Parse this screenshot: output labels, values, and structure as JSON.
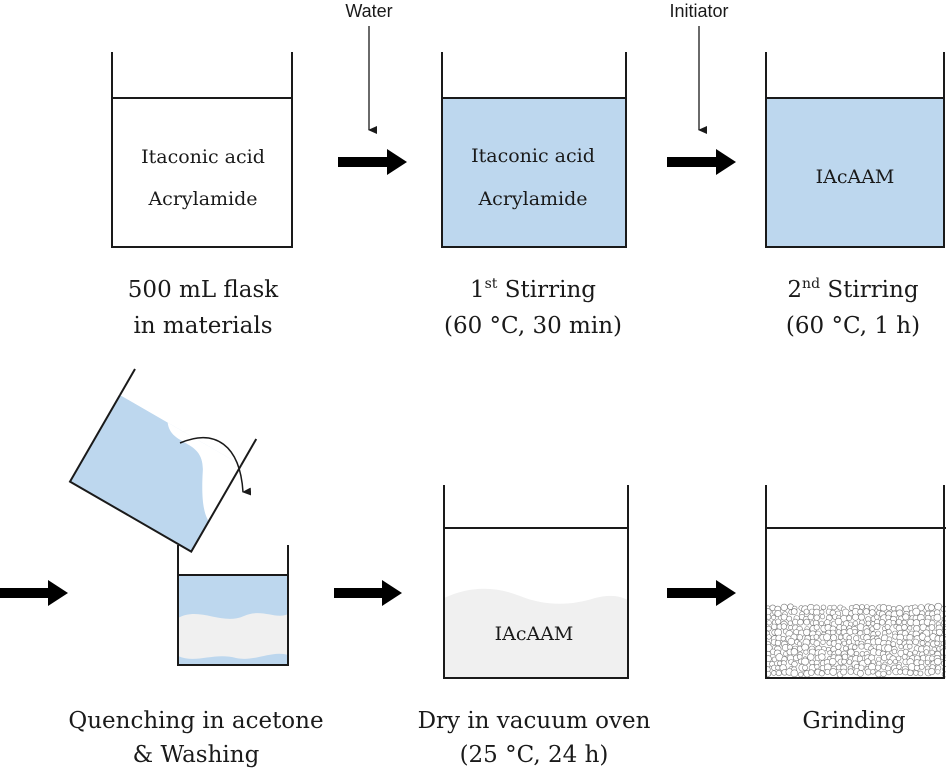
{
  "inputs": {
    "water": "Water",
    "initiator": "Initiator"
  },
  "vessels": {
    "flask": {
      "line1": "Itaconic acid",
      "line2": "Acrylamide"
    },
    "stir1": {
      "line1": "Itaconic acid",
      "line2": "Acrylamide"
    },
    "stir2": {
      "content": "IAcAAM"
    },
    "dry": {
      "content": "IAcAAM"
    }
  },
  "steps": {
    "flask": {
      "line1": "500 mL flask",
      "line2": "in materials"
    },
    "stir1": {
      "title": "1",
      "sup": "st",
      "rest": " Stirring",
      "line2": "(60 °C, 30 min)"
    },
    "stir2": {
      "title": "2",
      "sup": "nd",
      "rest": " Stirring",
      "line2": "(60 °C, 1 h)"
    },
    "quench": {
      "line1": "Quenching in acetone",
      "line2": "& Washing"
    },
    "dry": {
      "line1": "Dry in vacuum oven",
      "line2": "(25 °C, 24 h)"
    },
    "grind": {
      "line1": "Grinding"
    }
  },
  "colors": {
    "solution": "#bdd7ee",
    "gel": "#f0f0f0",
    "stroke": "#1a1a1a",
    "arrow": "#000000"
  }
}
